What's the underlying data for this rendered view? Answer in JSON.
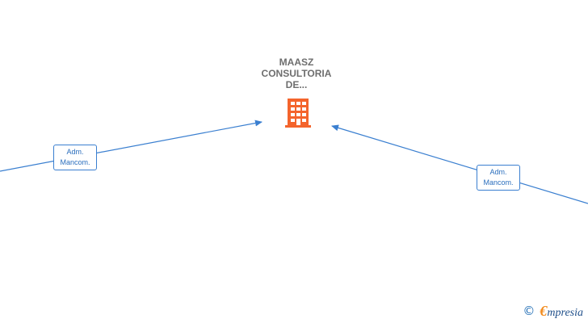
{
  "company": {
    "name_lines": [
      "MAASZ",
      "CONSULTORIA",
      "DE..."
    ],
    "icon": "building-icon",
    "icon_color": "#f4642c"
  },
  "relations": [
    {
      "label_lines": [
        "Adm.",
        "Mancom."
      ]
    },
    {
      "label_lines": [
        "Adm.",
        "Mancom."
      ]
    }
  ],
  "colors": {
    "edge": "#3a7fd0",
    "label_text": "#2a6ebd",
    "title_text": "#6e6e6e"
  },
  "footer": {
    "copyright_symbol": "©",
    "brand_initial": "€",
    "brand_rest": "mpresia"
  }
}
